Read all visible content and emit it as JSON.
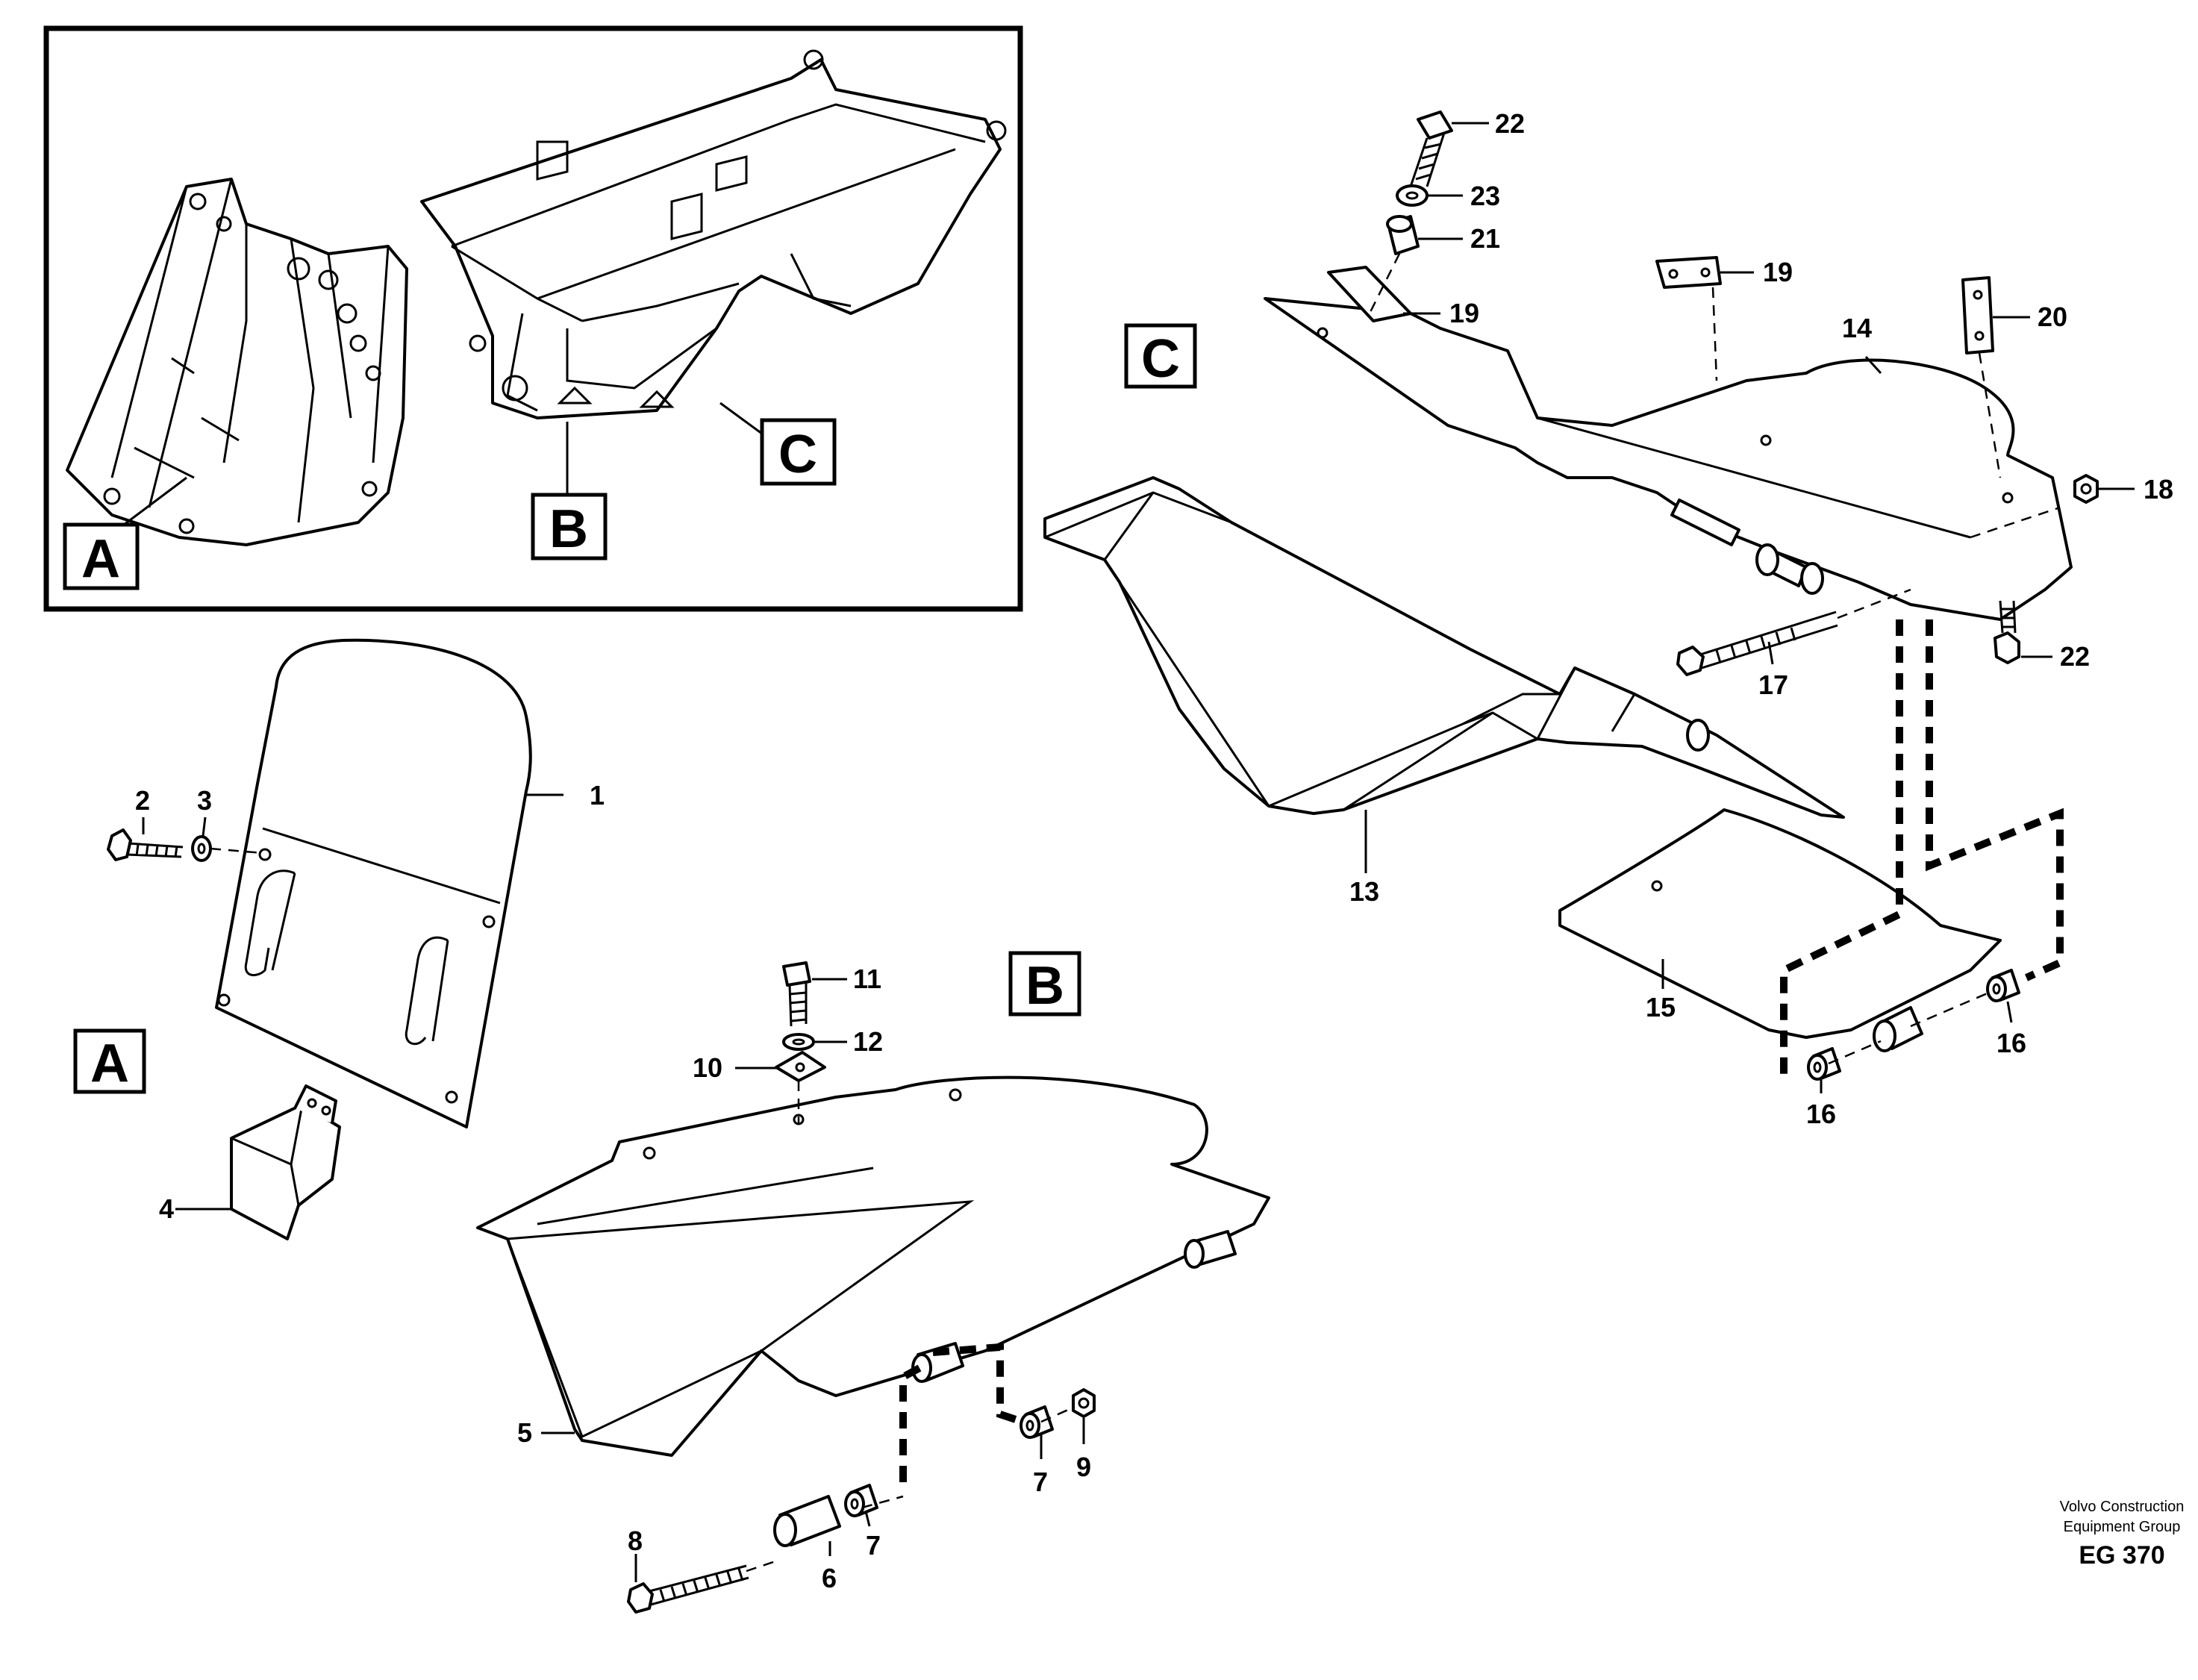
{
  "inset_labels": {
    "a": "A",
    "b": "B",
    "c": "C"
  },
  "section_labels": {
    "a": "A",
    "b": "B",
    "c": "C"
  },
  "callouts": {
    "p1": "1",
    "p2": "2",
    "p3": "3",
    "p4": "4",
    "p5": "5",
    "p6": "6",
    "p7a": "7",
    "p7b": "7",
    "p8": "8",
    "p9": "9",
    "p10": "10",
    "p11": "11",
    "p12": "12",
    "p13": "13",
    "p14": "14",
    "p15": "15",
    "p16a": "16",
    "p16b": "16",
    "p17": "17",
    "p18": "18",
    "p19a": "19",
    "p19b": "19",
    "p20": "20",
    "p21": "21",
    "p22a": "22",
    "p22b": "22",
    "p23": "23"
  },
  "footer": {
    "line1": "Volvo Construction",
    "line2": "Equipment Group",
    "code": "EG 370"
  }
}
